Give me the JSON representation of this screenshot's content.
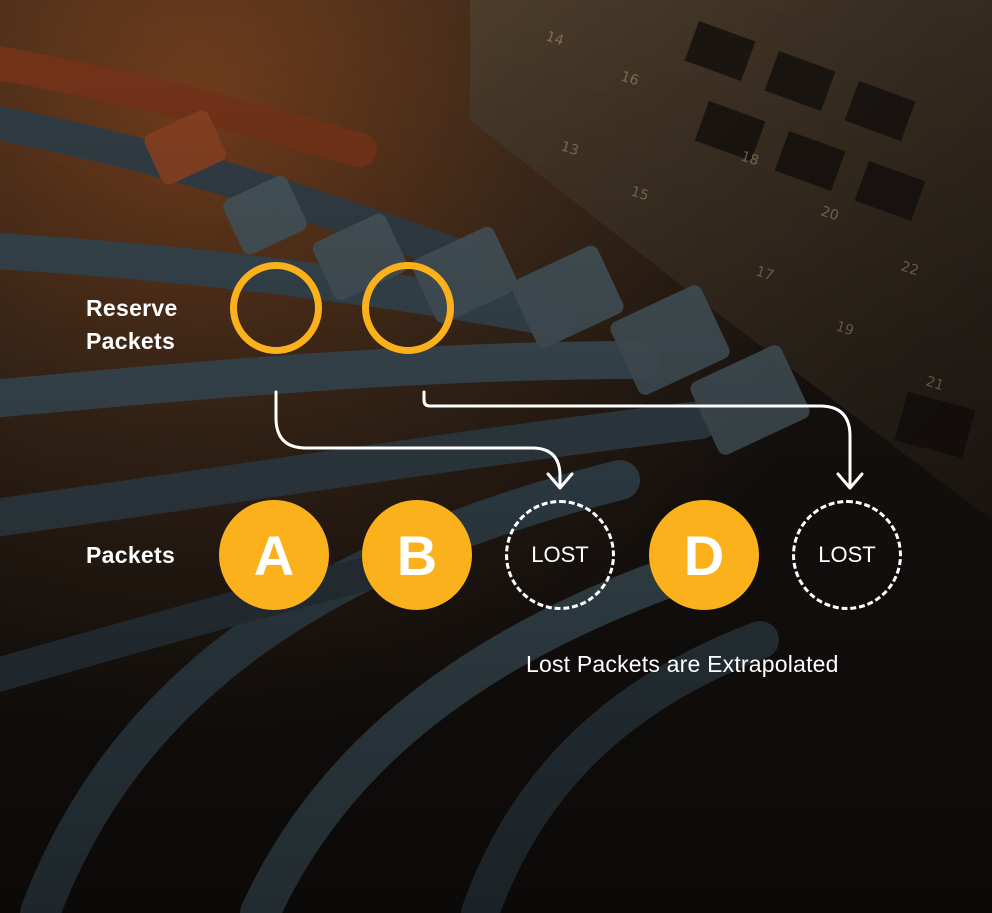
{
  "labels": {
    "reserve": "Reserve Packets",
    "packets": "Packets",
    "caption": "Lost Packets are Extrapolated"
  },
  "packets": [
    {
      "text": "A",
      "status": "received"
    },
    {
      "text": "B",
      "status": "received"
    },
    {
      "text": "LOST",
      "status": "lost"
    },
    {
      "text": "D",
      "status": "received"
    },
    {
      "text": "LOST",
      "status": "lost"
    }
  ],
  "colors": {
    "accent": "#fbb11b",
    "text": "#ffffff"
  },
  "icons": {
    "reserve_markers": "circle-outline",
    "arrows": "curved-arrow"
  }
}
